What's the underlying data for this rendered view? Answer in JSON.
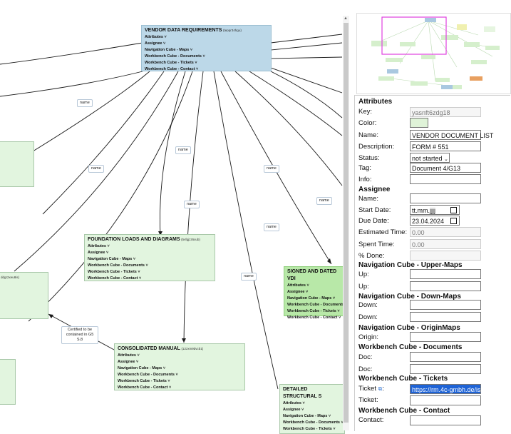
{
  "graph": {
    "edge_label": "name",
    "cert_label": "Certified to be contained in G5 S.8",
    "row_labels": [
      "Attributes ˅",
      "Assignee ˅",
      "Navigation Cube - Maps ˅",
      "Workbench Cube - Documents ˅",
      "Workbench Cube - Tickets ˅",
      "Workbench Cube - Contact ˅"
    ],
    "nodes": {
      "vendor": {
        "title": "VENDOR DATA REQUIREMENTS",
        "id": "(tepqr34hgu)"
      },
      "foundation": {
        "title": "FOUNDATION LOADS AND DIAGRAMS",
        "id": "(5vfgjzz6xub)"
      },
      "consolidated": {
        "title": "CONSOLIDATED MANUAL",
        "id": "(12zxm9dvcb1)"
      },
      "signed": {
        "title": "SIGNED AND DATED VDI"
      },
      "detailed": {
        "title": "DETAILED STRUCTURAL S"
      },
      "left_partial": {
        "id": "ddgr2xeu8is)"
      }
    }
  },
  "panel": {
    "attributes": {
      "header": "Attributes",
      "key_label": "Key:",
      "key_value": "yasnft6zdg18",
      "color_label": "Color:",
      "color_value": "#dff3d8",
      "name_label": "Name:",
      "name_value": "VENDOR DOCUMENT LIST",
      "description_label": "Description:",
      "description_value": "FORM # 551",
      "status_label": "Status:",
      "status_value": "not started",
      "tag_label": "Tag:",
      "tag_value": "Document 4/G13",
      "info_label": "Info:",
      "info_value": ""
    },
    "assignee": {
      "header": "Assignee",
      "name_label": "Name:",
      "start_label": "Start Date:",
      "start_value": "tt.mm.jjjj",
      "due_label": "Due Date:",
      "due_value": "23.04.2024",
      "est_label": "Estimated Time:",
      "est_value": "0.00",
      "spent_label": "Spent Time:",
      "spent_value": "0.00",
      "done_label": "% Done:"
    },
    "upper_maps": {
      "header": "Navigation Cube - Upper-Maps",
      "up_label": "Up:"
    },
    "down_maps": {
      "header": "Navigation Cube - Down-Maps",
      "down_label": "Down:"
    },
    "origin_maps": {
      "header": "Navigation Cube - OriginMaps",
      "origin_label": "Origin:"
    },
    "documents": {
      "header": "Workbench Cube - Documents",
      "doc_label": "Doc:"
    },
    "tickets": {
      "header": "Workbench Cube - Tickets",
      "ticket_label": "Ticket",
      "ticket_label2": "Ticket:",
      "ticket_value": "https://rm.4c-gmbh.de/iss"
    },
    "contact": {
      "header": "Workbench Cube - Contact",
      "contact_label": "Contact:"
    }
  },
  "colors": {
    "node_green": "#e2f5df",
    "node_blue": "#bcd8e8",
    "node_bright_green": "#b8e8a8",
    "minimap_viewport": "#e040e0",
    "selection": "#1e63d6"
  }
}
